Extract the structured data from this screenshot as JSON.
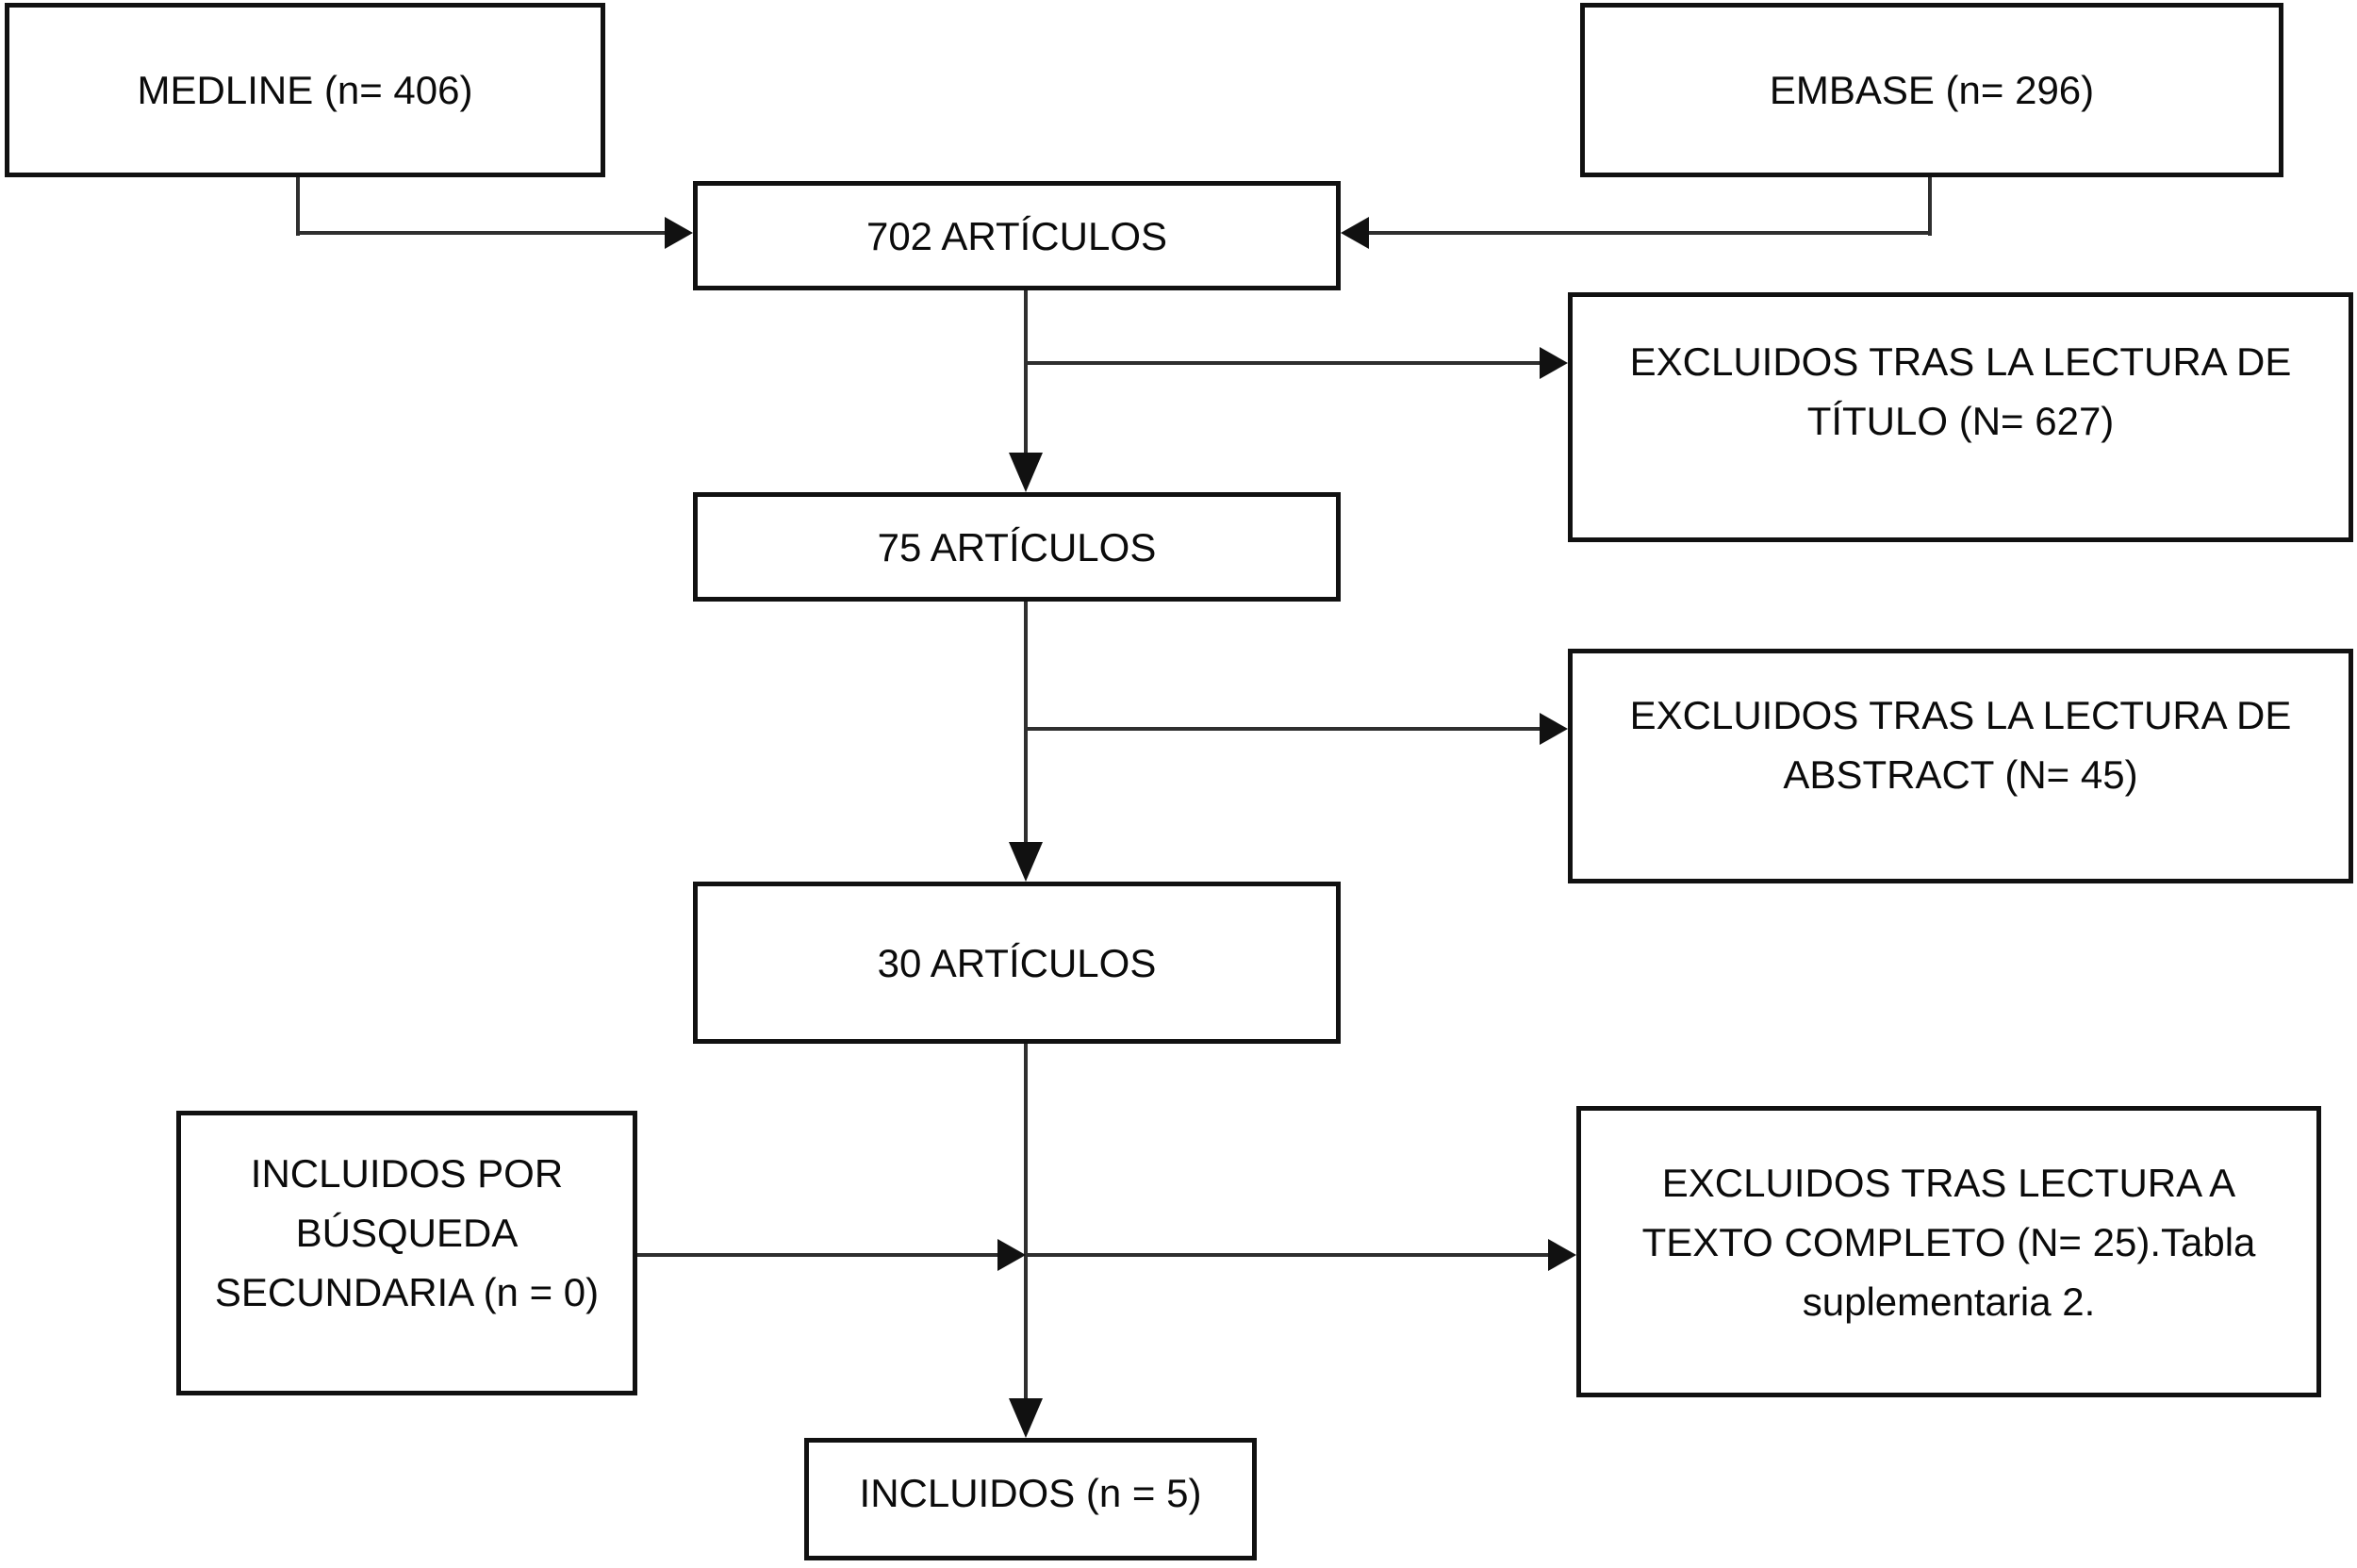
{
  "diagram": {
    "type": "flowchart-prisma",
    "background_color": "#ffffff",
    "box_border_color": "#111111",
    "connector_color": "#2f2f2f",
    "nodes": {
      "medline": "MEDLINE (n= 406)",
      "embase": "EMBASE (n= 296)",
      "articulos_702": "702 ARTÍCULOS",
      "excluidos_titulo": "EXCLUIDOS TRAS LA LECTURA DE\nTÍTULO (N= 627)",
      "articulos_75": "75 ARTÍCULOS",
      "excluidos_abstract": "EXCLUIDOS TRAS LA LECTURA DE\nABSTRACT (N= 45)",
      "articulos_30": "30 ARTÍCULOS",
      "busqueda_secundaria": "INCLUIDOS POR\nBÚSQUEDA\nSECUNDARIA (n = 0)",
      "excluidos_texto_completo": "EXCLUIDOS TRAS LECTURA A\nTEXTO COMPLETO (N= 25).Tabla\nsuplementaria 2.",
      "incluidos": "INCLUIDOS (n = 5)"
    },
    "counts": {
      "medline_n": 406,
      "embase_n": 296,
      "articulos_iniciales": 702,
      "excluidos_titulo_n": 627,
      "articulos_tras_titulo": 75,
      "excluidos_abstract_n": 45,
      "articulos_tras_abstract": 30,
      "busqueda_secundaria_n": 0,
      "excluidos_texto_completo_n": 25,
      "incluidos_n": 5
    },
    "edges": [
      {
        "from": "medline",
        "to": "articulos_702"
      },
      {
        "from": "embase",
        "to": "articulos_702"
      },
      {
        "from": "articulos_702",
        "to": "excluidos_titulo"
      },
      {
        "from": "articulos_702",
        "to": "articulos_75"
      },
      {
        "from": "articulos_75",
        "to": "excluidos_abstract"
      },
      {
        "from": "articulos_75",
        "to": "articulos_30"
      },
      {
        "from": "articulos_30",
        "to": "excluidos_texto_completo"
      },
      {
        "from": "busqueda_secundaria",
        "to": "incluidos"
      },
      {
        "from": "articulos_30",
        "to": "incluidos"
      }
    ]
  }
}
